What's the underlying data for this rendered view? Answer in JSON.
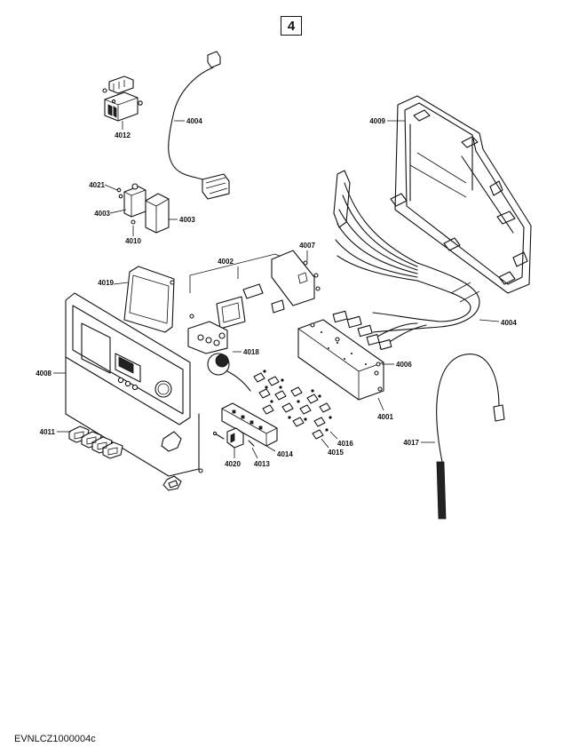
{
  "page_number": "4",
  "drawing_code": "EVNLCZ1000004c",
  "labels": {
    "p4001": "4001",
    "p4002": "4002",
    "p4003a": "4003",
    "p4003b": "4003",
    "p4004a": "4004",
    "p4004b": "4004",
    "p4006": "4006",
    "p4007": "4007",
    "p4008": "4008",
    "p4009": "4009",
    "p4010": "4010",
    "p4011": "4011",
    "p4012": "4012",
    "p4013": "4013",
    "p4014": "4014",
    "p4015": "4015",
    "p4016": "4016",
    "p4017": "4017",
    "p4018": "4018",
    "p4019": "4019",
    "p4020": "4020",
    "p4021": "4021"
  }
}
